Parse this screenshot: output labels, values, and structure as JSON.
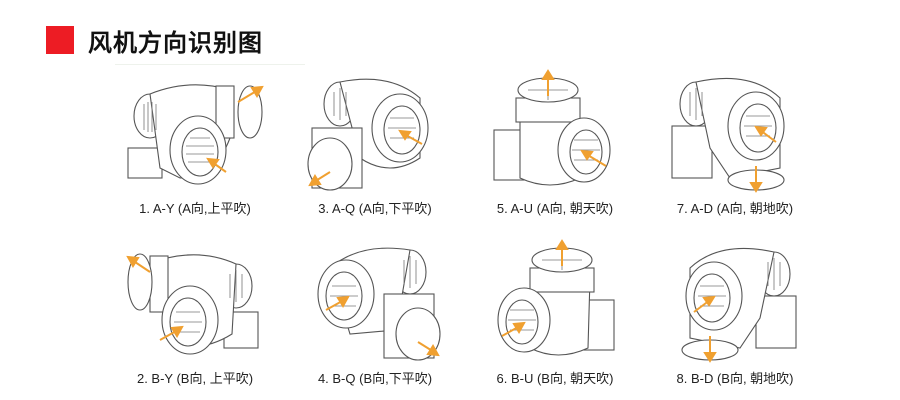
{
  "header": {
    "title": "风机方向识别图",
    "accent_color": "#ed1c24"
  },
  "arrow_color": "#f0a030",
  "diagrams": [
    {
      "id": 1,
      "code": "A-Y",
      "label": "1. A-Y (A向,上平吹)",
      "side": "A",
      "outlet": "horizontal-up"
    },
    {
      "id": 3,
      "code": "A-Q",
      "label": "3. A-Q (A向,下平吹)",
      "side": "A",
      "outlet": "horizontal-down"
    },
    {
      "id": 5,
      "code": "A-U",
      "label": "5. A-U (A向, 朝天吹)",
      "side": "A",
      "outlet": "up"
    },
    {
      "id": 7,
      "code": "A-D",
      "label": "7. A-D (A向, 朝地吹)",
      "side": "A",
      "outlet": "down"
    },
    {
      "id": 2,
      "code": "B-Y",
      "label": "2. B-Y (B向, 上平吹)",
      "side": "B",
      "outlet": "horizontal-up"
    },
    {
      "id": 4,
      "code": "B-Q",
      "label": "4. B-Q (B向,下平吹)",
      "side": "B",
      "outlet": "horizontal-down"
    },
    {
      "id": 6,
      "code": "B-U",
      "label": "6. B-U (B向, 朝天吹)",
      "side": "B",
      "outlet": "up"
    },
    {
      "id": 8,
      "code": "B-D",
      "label": "8. B-D (B向, 朝地吹)",
      "side": "B",
      "outlet": "down"
    }
  ]
}
